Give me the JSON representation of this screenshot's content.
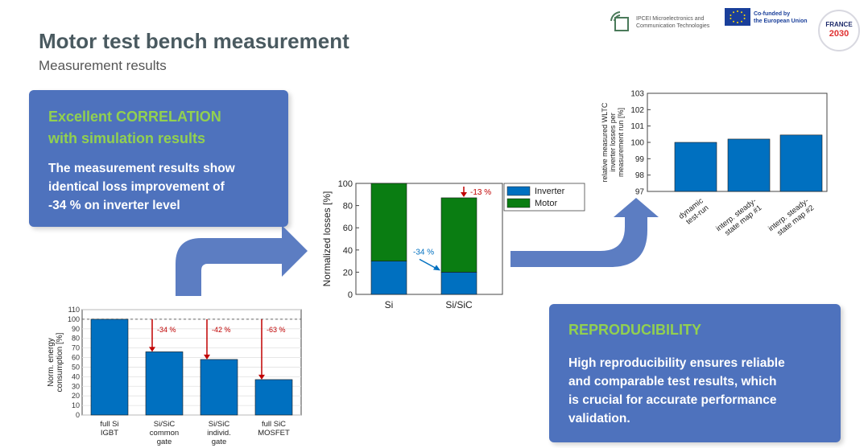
{
  "header": {
    "title": "Motor test bench measurement",
    "subtitle": "Measurement results"
  },
  "logos": {
    "ipcei_line1": "IPCEI Microelectronics and",
    "ipcei_line2": "Communication Technologies",
    "eu_line1": "Co-funded by",
    "eu_line2": "the European Union",
    "france_top": "FRANCE",
    "france_bottom": "2030"
  },
  "callouts": {
    "correlation": {
      "heading_line1": "Excellent CORRELATION",
      "heading_line2": "with simulation results",
      "body_line1": "The measurement results show",
      "body_line2": "identical loss improvement of",
      "body_line3": "-34 % on inverter level"
    },
    "reproducibility": {
      "heading": "REPRODUCIBILITY",
      "body_line1": "High reproducibility ensures reliable",
      "body_line2": "and comparable test results, which",
      "body_line3": "is crucial for accurate performance",
      "body_line4": "validation."
    }
  },
  "colors": {
    "bar_blue": "#0070c0",
    "bar_green": "#0a7d12",
    "arrow_blue": "#4e72bd",
    "annotation_red": "#c00000",
    "annotation_blue": "#0070c0"
  },
  "chart_data": [
    {
      "type": "bar",
      "categories": [
        "full Si IGBT",
        "Si/SiC common gate",
        "Si/SiC individ. gate",
        "full SiC MOSFET"
      ],
      "category_lines": [
        [
          "full Si",
          "IGBT"
        ],
        [
          "Si/SiC",
          "common",
          "gate"
        ],
        [
          "Si/SiC",
          "individ.",
          "gate"
        ],
        [
          "full SiC",
          "MOSFET"
        ]
      ],
      "values": [
        100,
        66,
        58,
        37
      ],
      "ylabel_lines": [
        "Norm. energy",
        "consumption [%]"
      ],
      "ylim": [
        0,
        110
      ],
      "yticks": [
        0,
        10,
        20,
        30,
        40,
        50,
        60,
        70,
        80,
        90,
        100,
        110
      ],
      "reference_line": 100,
      "grid": true,
      "annotations": [
        {
          "category": 1,
          "text": "-34 %"
        },
        {
          "category": 2,
          "text": "-42 %"
        },
        {
          "category": 3,
          "text": "-63 %"
        }
      ]
    },
    {
      "type": "bar",
      "stacked": true,
      "categories": [
        "Si",
        "Si/SiC"
      ],
      "series": [
        {
          "name": "Inverter",
          "values": [
            30,
            20
          ]
        },
        {
          "name": "Motor",
          "values": [
            70,
            67
          ]
        }
      ],
      "ylabel": "Normalized losses [%]",
      "ylim": [
        0,
        100
      ],
      "yticks": [
        0,
        20,
        40,
        60,
        80,
        100
      ],
      "legend": "top-right",
      "annotations": [
        {
          "text": "-13 %",
          "target": "total"
        },
        {
          "text": "-34 %",
          "target": "inverter"
        }
      ]
    },
    {
      "type": "bar",
      "categories": [
        "dynamic test-run",
        "interp. steady-state map #1",
        "interp. steady-state map #2"
      ],
      "category_lines": [
        [
          "dynamic",
          "test-run"
        ],
        [
          "interp. steady-",
          "state map #1"
        ],
        [
          "interp. steady-",
          "state map #2"
        ]
      ],
      "values": [
        100.0,
        100.2,
        100.45
      ],
      "ylabel_lines": [
        "relative measured WLTC",
        "inverter losses per",
        "measurement run [%]"
      ],
      "ylim": [
        97,
        103
      ],
      "yticks": [
        97,
        98,
        99,
        100,
        101,
        102,
        103
      ]
    }
  ]
}
